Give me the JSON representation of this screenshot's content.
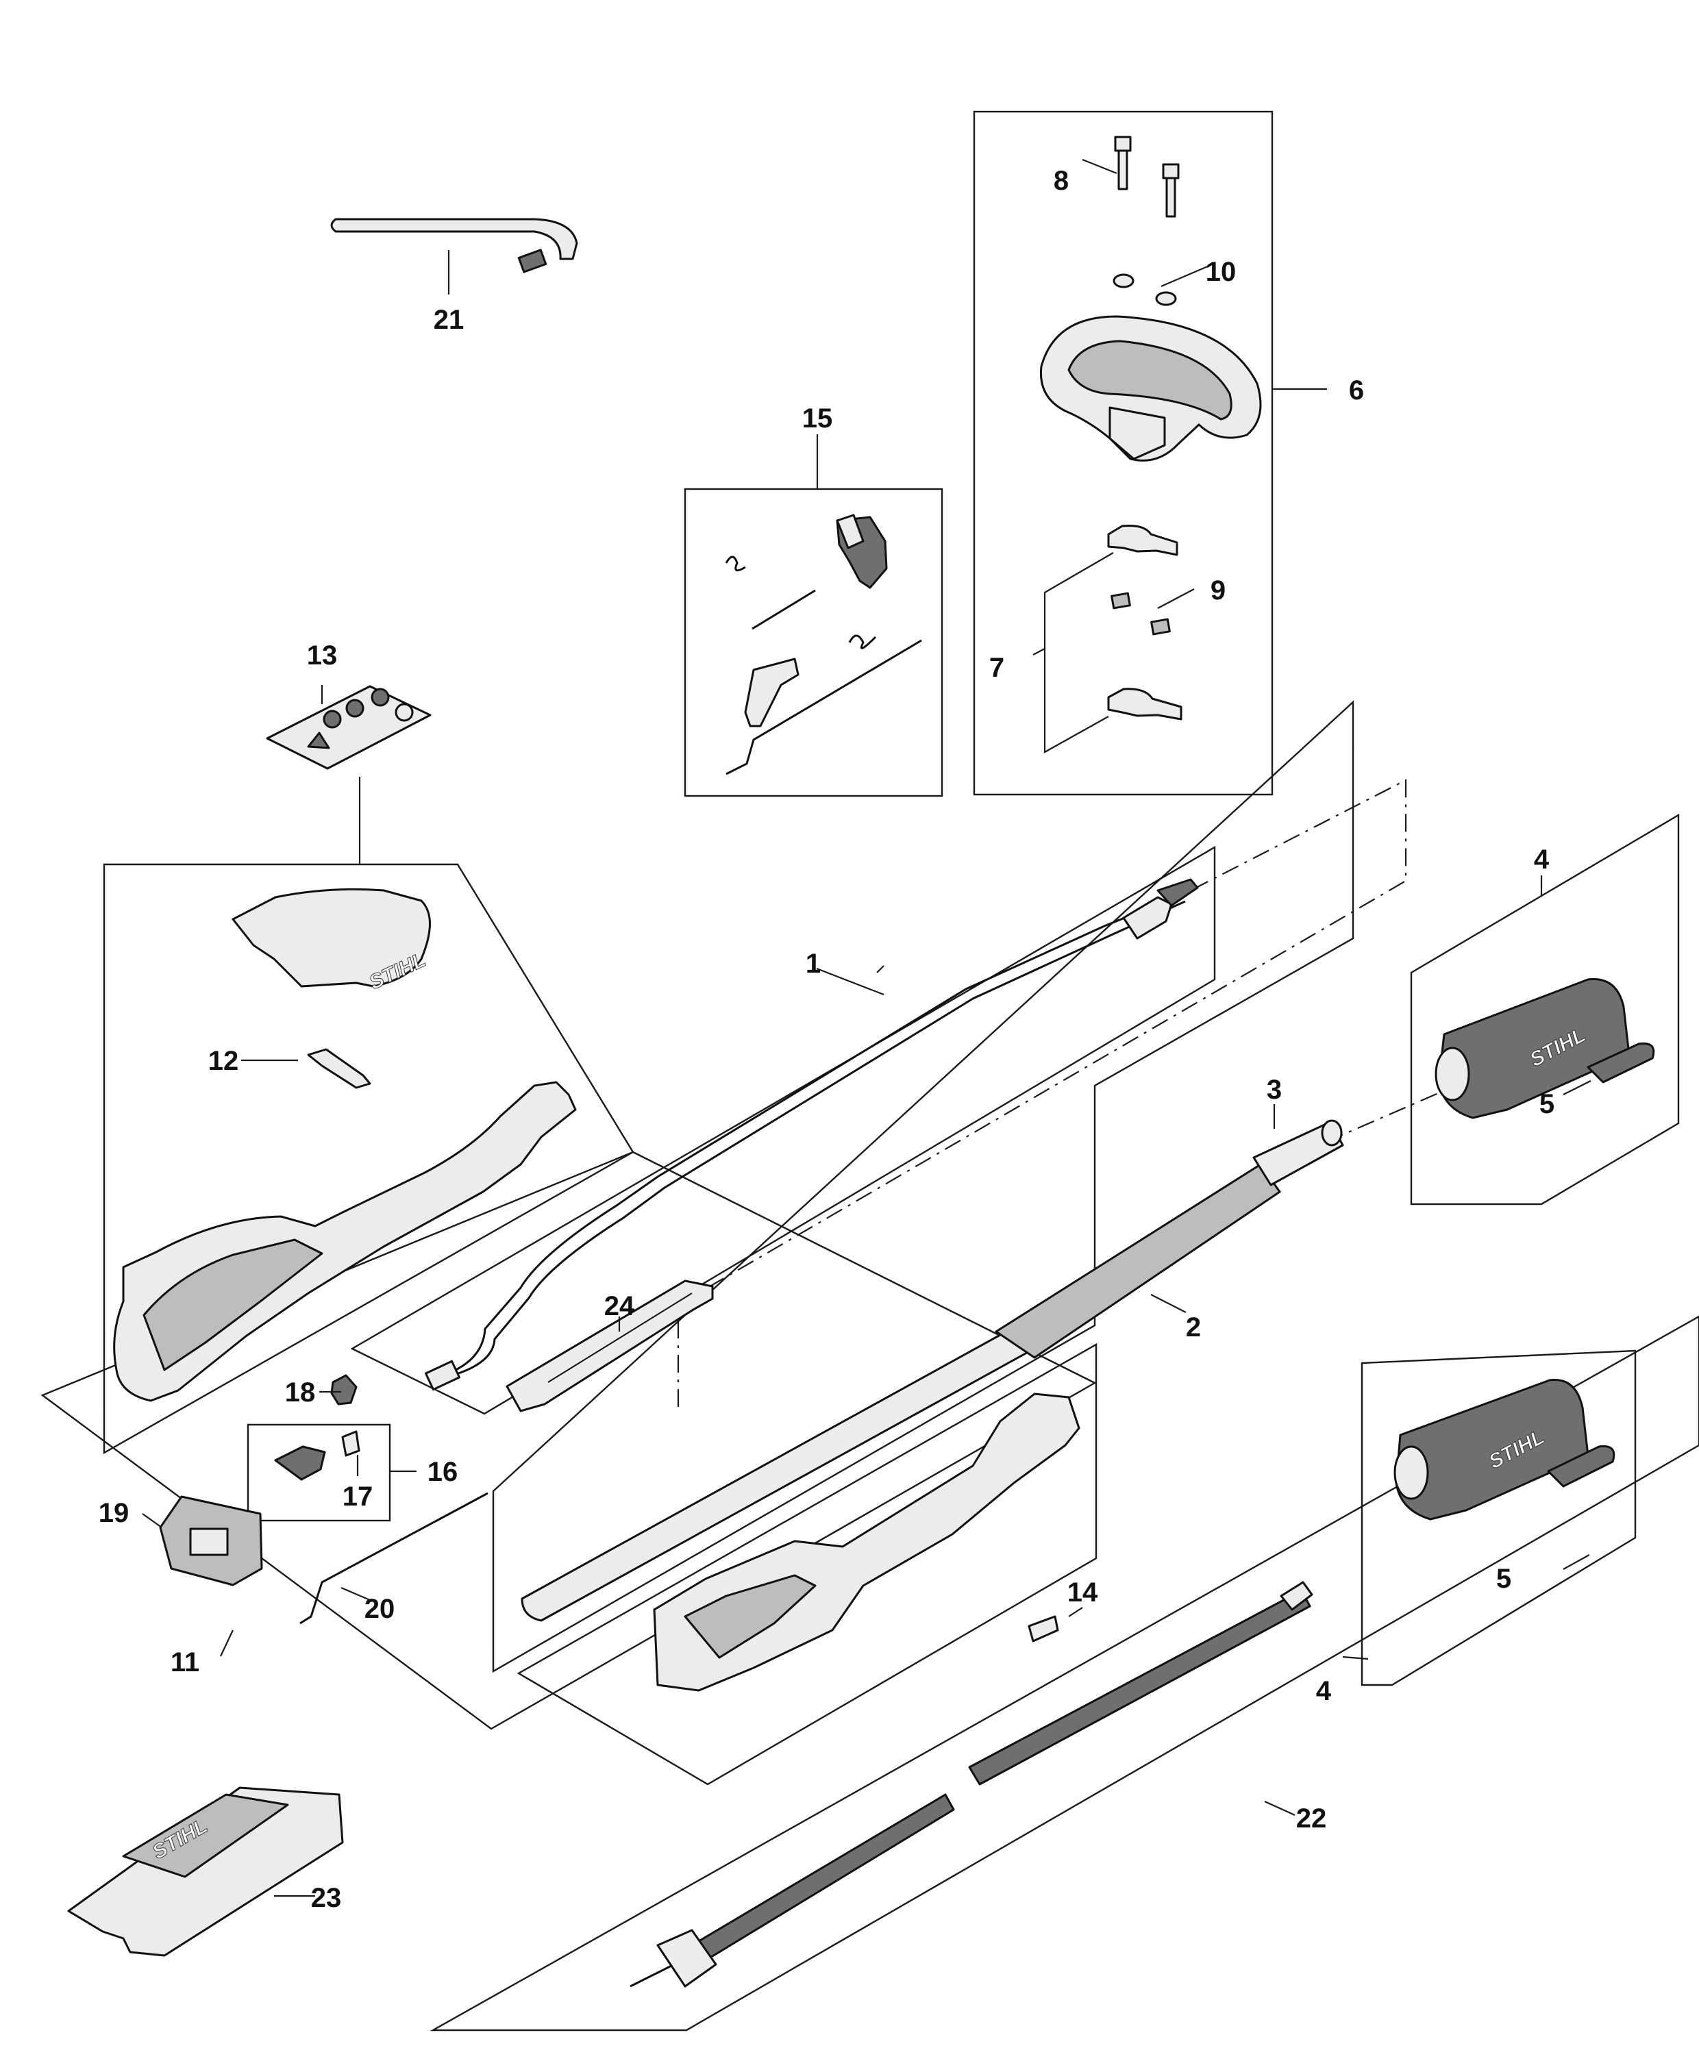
{
  "brand_text": "STIHL",
  "callouts": [
    {
      "id": "c1",
      "label": "1"
    },
    {
      "id": "c2",
      "label": "2"
    },
    {
      "id": "c3",
      "label": "3"
    },
    {
      "id": "c4a",
      "label": "4"
    },
    {
      "id": "c4b",
      "label": "4"
    },
    {
      "id": "c5a",
      "label": "5"
    },
    {
      "id": "c5b",
      "label": "5"
    },
    {
      "id": "c6",
      "label": "6"
    },
    {
      "id": "c7",
      "label": "7"
    },
    {
      "id": "c8",
      "label": "8"
    },
    {
      "id": "c9",
      "label": "9"
    },
    {
      "id": "c10",
      "label": "10"
    },
    {
      "id": "c11",
      "label": "11"
    },
    {
      "id": "c12",
      "label": "12"
    },
    {
      "id": "c13",
      "label": "13"
    },
    {
      "id": "c14",
      "label": "14"
    },
    {
      "id": "c15",
      "label": "15"
    },
    {
      "id": "c16",
      "label": "16"
    },
    {
      "id": "c17",
      "label": "17"
    },
    {
      "id": "c18",
      "label": "18"
    },
    {
      "id": "c19",
      "label": "19"
    },
    {
      "id": "c20",
      "label": "20"
    },
    {
      "id": "c21",
      "label": "21"
    },
    {
      "id": "c22",
      "label": "22"
    },
    {
      "id": "c23",
      "label": "23"
    },
    {
      "id": "c24",
      "label": "24"
    }
  ]
}
